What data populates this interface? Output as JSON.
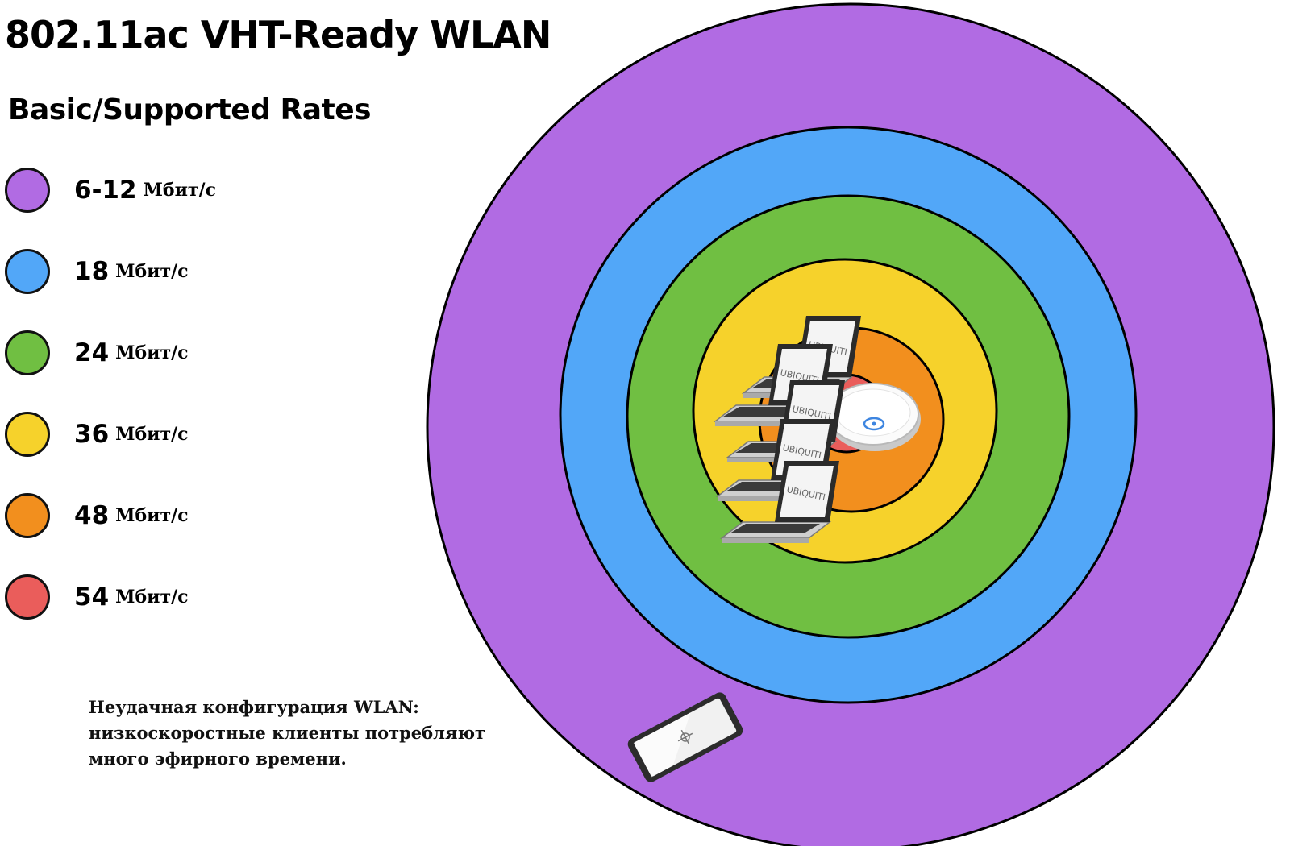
{
  "title": "802.11ac VHT-Ready WLAN",
  "subtitle": "Basic/Supported Rates",
  "legend": [
    {
      "rate": "6-12",
      "unit": "Мбит/с",
      "color": "#b16be3"
    },
    {
      "rate": "18",
      "unit": "Мбит/с",
      "color": "#52a7f8"
    },
    {
      "rate": "24",
      "unit": "Мбит/с",
      "color": "#70bf42"
    },
    {
      "rate": "36",
      "unit": "Мбит/с",
      "color": "#f6d22b"
    },
    {
      "rate": "48",
      "unit": "Мбит/с",
      "color": "#f28f1e"
    },
    {
      "rate": "54",
      "unit": "Мбит/с",
      "color": "#ea5d5b"
    }
  ],
  "caption": [
    "Неудачная конфигурация WLAN:",
    "низкоскоростные клиенты потребляют",
    "много эфирного времени."
  ],
  "laptop_brand": "UBIQUITI",
  "icons": {
    "access_point": "access-point-icon",
    "laptop": "laptop-icon",
    "tablet": "tablet-icon"
  }
}
